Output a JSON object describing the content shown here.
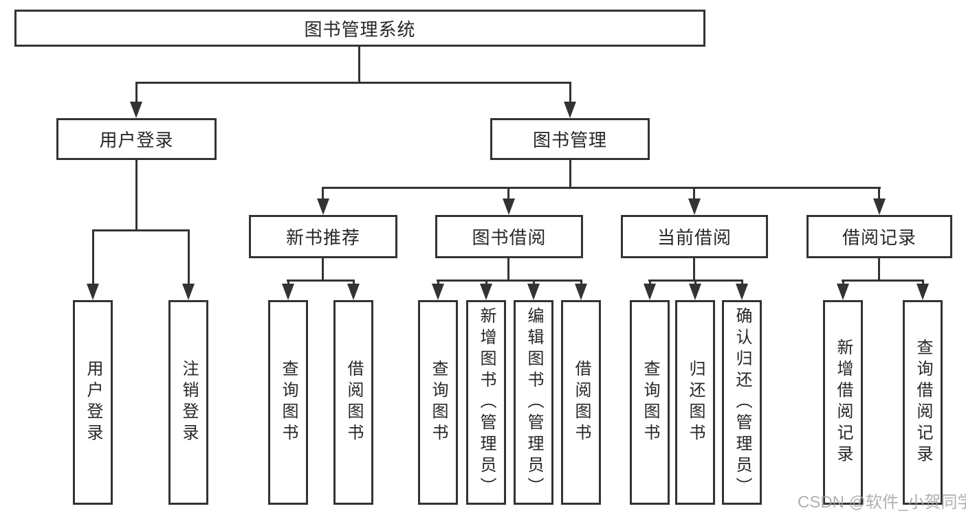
{
  "tree": {
    "root": {
      "label": "图书管理系统"
    },
    "branches": [
      {
        "label": "用户登录",
        "children": [
          {
            "label": "用户登录"
          },
          {
            "label": "注销登录"
          }
        ]
      },
      {
        "label": "图书管理",
        "groups": [
          {
            "label": "新书推荐",
            "children": [
              {
                "label": "查询图书"
              },
              {
                "label": "借阅图书"
              }
            ]
          },
          {
            "label": "图书借阅",
            "children": [
              {
                "label": "查询图书"
              },
              {
                "label": "新增图书（管理员）"
              },
              {
                "label": "编辑图书（管理员）"
              },
              {
                "label": "借阅图书"
              }
            ]
          },
          {
            "label": "当前借阅",
            "children": [
              {
                "label": "查询图书"
              },
              {
                "label": "归还图书"
              },
              {
                "label": "确认归还（管理员）"
              }
            ]
          },
          {
            "label": "借阅记录",
            "children": [
              {
                "label": "新增借阅记录"
              },
              {
                "label": "查询借阅记录"
              }
            ]
          }
        ]
      }
    ]
  },
  "watermark": {
    "text": "CSDN @软件_小贺同学"
  },
  "colors": {
    "line": "#333333",
    "text": "#262626",
    "background": "#ffffff",
    "watermark": "#a3a3a3"
  }
}
